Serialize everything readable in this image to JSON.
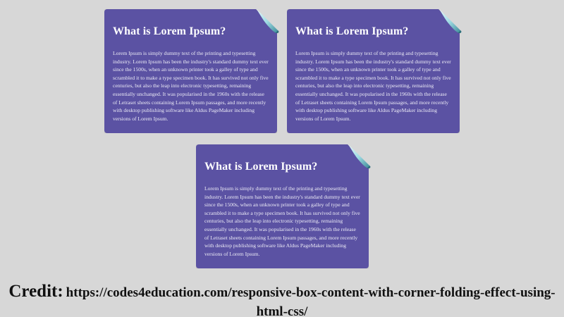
{
  "cards": [
    {
      "title": "What is Lorem Ipsum?",
      "body": "Lorem Ipsum is simply dummy text of the printing and typesetting industry. Lorem Ipsum has been the industry's standard dummy text ever since the 1500s, when an unknown printer took a galley of type and scrambled it to make a type specimen book. It has survived not only five centuries, but also the leap into electronic typesetting, remaining essentially unchanged. It was popularised in the 1960s with the release of Letraset sheets containing Lorem Ipsum passages, and more recently with desktop publishing software like Aldus PageMaker including versions of Lorem Ipsum."
    },
    {
      "title": "What is Lorem Ipsum?",
      "body": "Lorem Ipsum is simply dummy text of the printing and typesetting industry. Lorem Ipsum has been the industry's standard dummy text ever since the 1500s, when an unknown printer took a galley of type and scrambled it to make a type specimen book. It has survived not only five centuries, but also the leap into electronic typesetting, remaining essentially unchanged. It was popularised in the 1960s with the release of Letraset sheets containing Lorem Ipsum passages, and more recently with desktop publishing software like Aldus PageMaker including versions of Lorem Ipsum."
    },
    {
      "title": "What is Lorem Ipsum?",
      "body": "Lorem Ipsum is simply dummy text of the printing and typesetting industry. Lorem Ipsum has been the industry's standard dummy text ever since the 1500s, when an unknown printer took a galley of type and scrambled it to make a type specimen book. It has survived not only five centuries, but also the leap into electronic typesetting, remaining essentially unchanged. It was popularised in the 1960s with the release of Letraset sheets containing Lorem Ipsum passages, and more recently with desktop publishing software like Aldus PageMaker including versions of Lorem Ipsum."
    }
  ],
  "credit": {
    "label": "Credit:",
    "url": "https://codes4education.com/responsive-box-content-with-corner-folding-effect-using-html-css/"
  },
  "colors": {
    "background": "#d7d7d7",
    "card": "#5b52a3",
    "fold_light": "#c9eef3",
    "fold_dark": "#3e8f9c"
  },
  "icons": {
    "corner_fold": "page-curl-icon"
  }
}
